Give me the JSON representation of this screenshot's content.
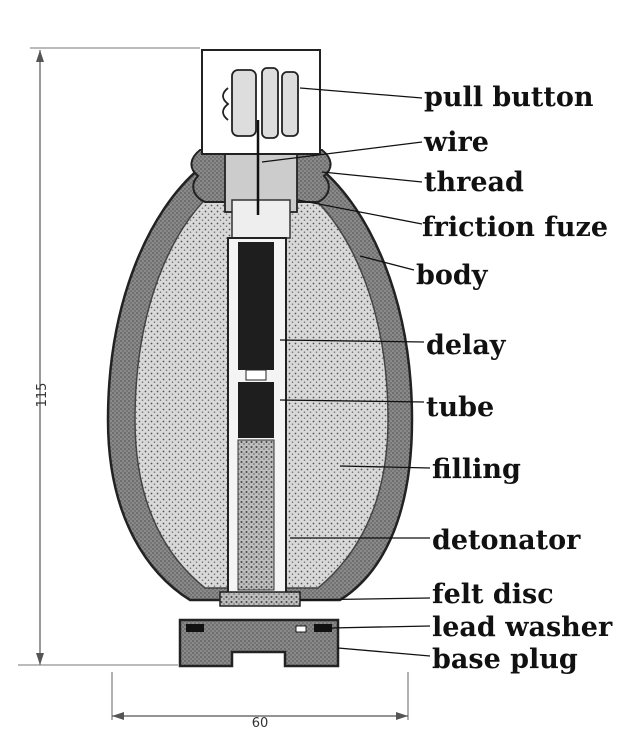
{
  "diagram": {
    "labels": [
      {
        "id": "pull-button",
        "text": "pull button"
      },
      {
        "id": "wire",
        "text": "wire"
      },
      {
        "id": "thread",
        "text": "thread"
      },
      {
        "id": "friction-fuze",
        "text": "friction fuze"
      },
      {
        "id": "body",
        "text": "body"
      },
      {
        "id": "delay",
        "text": "delay"
      },
      {
        "id": "tube",
        "text": "tube"
      },
      {
        "id": "filling",
        "text": "filling"
      },
      {
        "id": "detonator",
        "text": "detonator"
      },
      {
        "id": "felt-disc",
        "text": "felt disc"
      },
      {
        "id": "lead-washer",
        "text": "lead washer"
      },
      {
        "id": "base-plug",
        "text": "base plug"
      }
    ],
    "dimensions": {
      "height": "115",
      "width": "60"
    }
  }
}
